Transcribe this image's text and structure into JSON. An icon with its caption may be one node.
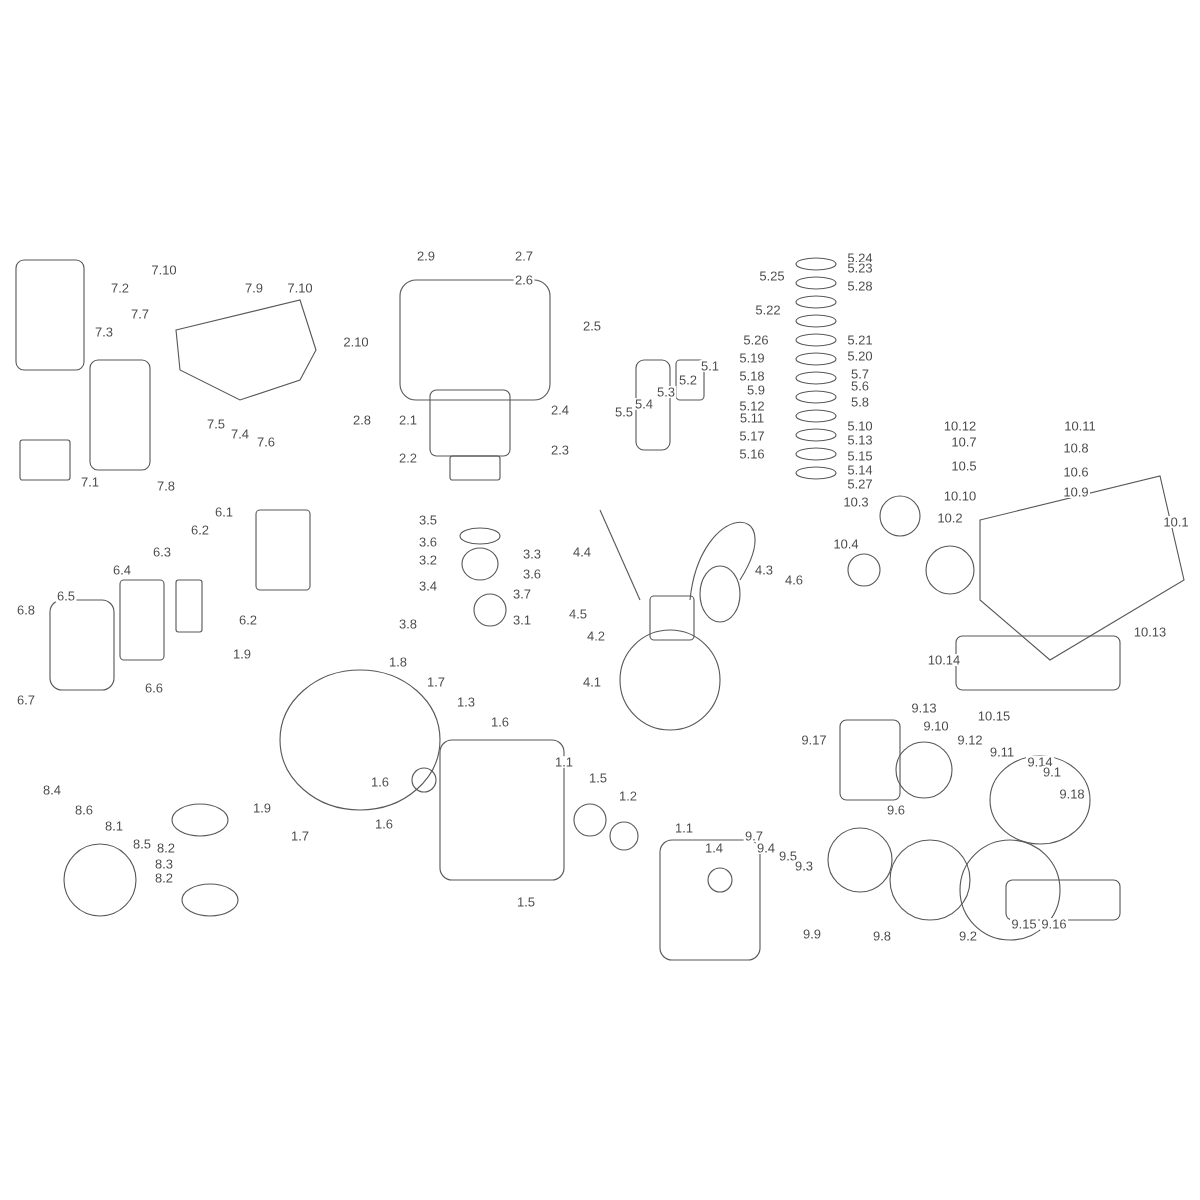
{
  "diagram": {
    "labels": [
      "7.2",
      "7.10",
      "7.9",
      "7.10",
      "7.7",
      "7.3",
      "7.5",
      "7.4",
      "7.6",
      "7.1",
      "7.8",
      "2.10",
      "2.8",
      "2.9",
      "2.7",
      "2.6",
      "2.5",
      "2.1",
      "2.4",
      "2.3",
      "2.2",
      "5.5",
      "5.4",
      "5.3",
      "5.2",
      "5.1",
      "5.24",
      "5.25",
      "5.23",
      "5.28",
      "5.22",
      "5.26",
      "5.21",
      "5.19",
      "5.20",
      "5.18",
      "5.7",
      "5.9",
      "5.6",
      "5.12",
      "5.8",
      "5.11",
      "5.10",
      "5.17",
      "5.13",
      "5.16",
      "5.15",
      "5.14",
      "5.27",
      "10.12",
      "10.11",
      "10.7",
      "10.8",
      "10.5",
      "10.6",
      "10.10",
      "10.9",
      "10.3",
      "10.2",
      "10.4",
      "10.1",
      "10.13",
      "10.14",
      "10.15",
      "3.5",
      "3.6",
      "3.2",
      "3.3",
      "3.6",
      "3.4",
      "3.7",
      "3.8",
      "3.1",
      "4.4",
      "4.3",
      "4.6",
      "4.5",
      "4.2",
      "4.1",
      "6.1",
      "6.2",
      "6.3",
      "6.4",
      "6.5",
      "6.8",
      "6.2",
      "6.6",
      "6.7",
      "1.9",
      "1.8",
      "1.7",
      "1.3",
      "1.6",
      "1.6",
      "1.9",
      "1.6",
      "1.7",
      "1.1",
      "1.5",
      "1.2",
      "1.1",
      "1.4",
      "1.5",
      "8.4",
      "8.6",
      "8.1",
      "8.5",
      "8.2",
      "8.3",
      "8.2",
      "9.17",
      "9.13",
      "9.10",
      "9.12",
      "9.11",
      "9.14",
      "9.1",
      "9.18",
      "9.7",
      "9.4",
      "9.5",
      "9.3",
      "9.6",
      "9.9",
      "9.8",
      "9.2",
      "9.15",
      "9.16"
    ]
  }
}
